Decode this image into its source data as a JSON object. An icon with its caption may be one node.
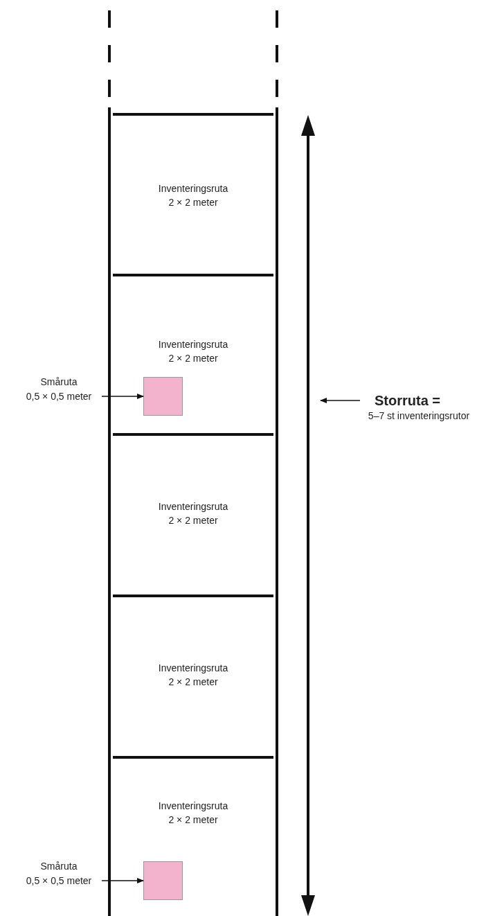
{
  "diagram": {
    "nodes": [
      {
        "text": [
          "Inventeringsruta",
          "2 × 2 meter"
        ]
      },
      {
        "text": [
          "Inventeringsruta",
          "2 × 2 meter"
        ]
      },
      {
        "text": [],
        "shape": "box",
        "in": 1
      },
      {
        "text": [
          "Småruta",
          "0,5 × 0,5 meter"
        ]
      },
      {
        "text": [
          "Inventeringsruta",
          "2 × 2 meter"
        ]
      },
      {
        "text": [
          "Inventeringsruta",
          "2 × 2 meter"
        ]
      },
      {
        "text": [
          "Inventeringsruta",
          "2 × 2 meter"
        ]
      },
      {
        "text": [],
        "shape": "box",
        "in": 6
      },
      {
        "text": [
          "Småruta",
          "0,5 × 0,5 meter"
        ]
      },
      {
        "text": [
          "Storruta =",
          "5–7 st inventeringsrutor"
        ]
      }
    ],
    "edges": [
      {
        "from": 3,
        "to": 2,
        "arrow": "to"
      },
      {
        "from": 8,
        "to": 7,
        "arrow": "to"
      },
      {
        "from": 9,
        "to": null,
        "arrow": "to"
      }
    ]
  }
}
